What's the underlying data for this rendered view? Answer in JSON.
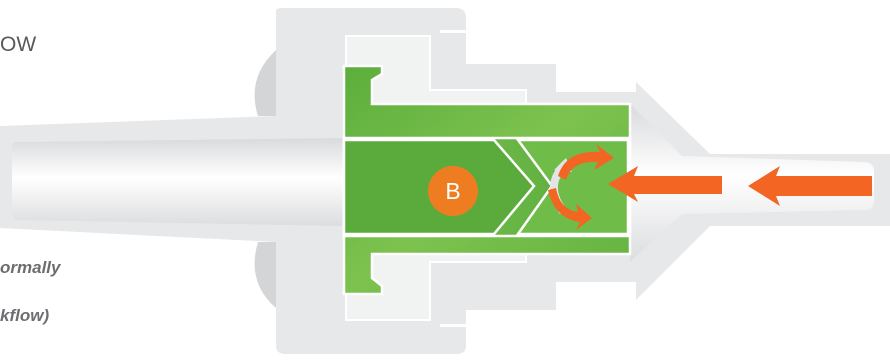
{
  "labels": {
    "top_left": "OW",
    "bottom_line1": "ormally",
    "bottom_line2": "kflow)"
  },
  "badge": {
    "label": "B"
  },
  "colors": {
    "housing": "#e7e8e9",
    "housing_inner": "#f1f2f2",
    "valve_body": "#6fbe44",
    "valve_dark": "#4c9c34",
    "badge": "#ee7d22",
    "arrow": "#f26522",
    "text": "#58595b"
  },
  "icons": [
    "flow-arrow-icon",
    "curved-arrow-icon",
    "curved-gray-arrow-icon"
  ]
}
